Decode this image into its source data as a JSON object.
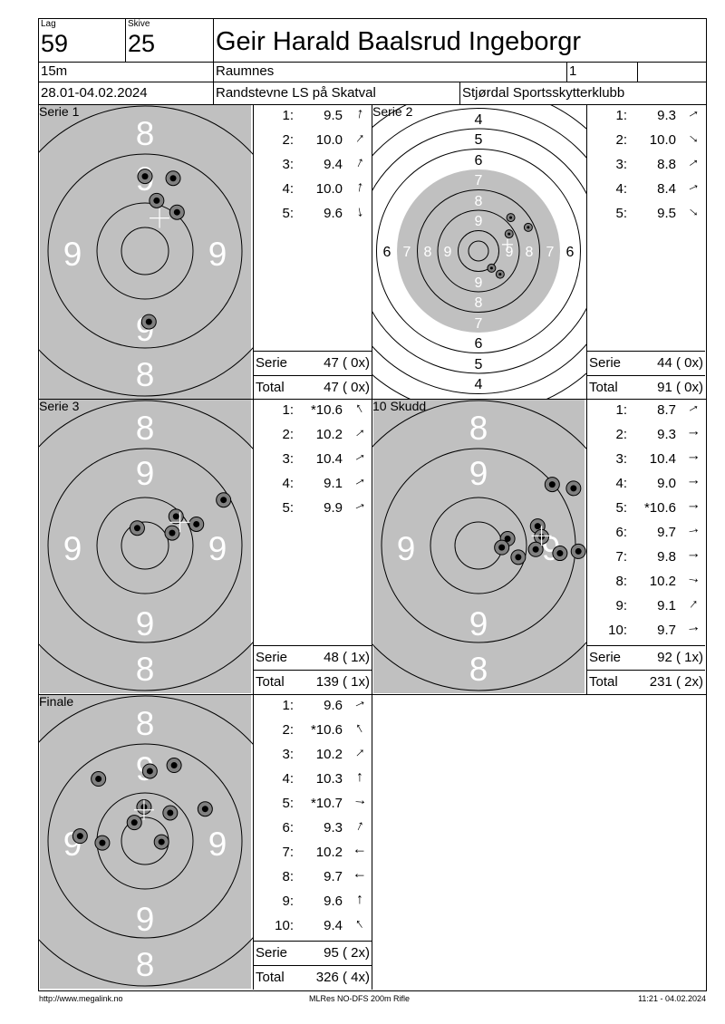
{
  "header": {
    "lag_label": "Lag",
    "lag": "59",
    "skive_label": "Skive",
    "skive": "25",
    "name": "Geir Harald Baalsrud Ingeborgr",
    "distance": "15m",
    "club_home": "Raumnes",
    "class": "1",
    "extra": "",
    "dates": "28.01-04.02.2024",
    "event": "Randstevne LS på Skatval",
    "host": "Stjørdal Sportsskytterklubb"
  },
  "labels": {
    "serie": "Serie",
    "total": "Total"
  },
  "ring_labels": {
    "big": [
      "8",
      "9"
    ],
    "small": [
      "4",
      "5",
      "6",
      "7",
      "8",
      "9"
    ]
  },
  "colors": {
    "target_gray": "#c0c0c0",
    "shot_gray": "#808080"
  },
  "panels": [
    {
      "title": "Serie 1",
      "style": "zoomed",
      "shots": [
        {
          "n": "1:",
          "v": "9.5",
          "dir": 10
        },
        {
          "n": "2:",
          "v": "10.0",
          "dir": 40
        },
        {
          "n": "3:",
          "v": "9.4",
          "dir": 25
        },
        {
          "n": "4:",
          "v": "10.0",
          "dir": 10
        },
        {
          "n": "5:",
          "v": "9.6",
          "dir": 170
        }
      ],
      "serie": "47 ( 0x)",
      "total": "47 ( 0x)",
      "hits": [
        [
          0,
          -77
        ],
        [
          29,
          -75
        ],
        [
          12,
          -52
        ],
        [
          33,
          -40
        ],
        [
          4,
          73
        ]
      ],
      "mean": [
        15,
        -34
      ]
    },
    {
      "title": "Serie 2",
      "style": "full",
      "shots": [
        {
          "n": "1:",
          "v": "9.3",
          "dir": 60
        },
        {
          "n": "2:",
          "v": "10.0",
          "dir": 130
        },
        {
          "n": "3:",
          "v": "8.8",
          "dir": 55
        },
        {
          "n": "4:",
          "v": "8.4",
          "dir": 65
        },
        {
          "n": "5:",
          "v": "9.5",
          "dir": 130
        }
      ],
      "serie": "44 ( 0x)",
      "total": "91 ( 0x)",
      "hits": [
        [
          79,
          -82
        ],
        [
          122,
          -58
        ],
        [
          75,
          -42
        ],
        [
          32,
          42
        ],
        [
          53,
          57
        ]
      ],
      "mean": [
        71,
        -16
      ]
    },
    {
      "title": "Serie 3",
      "style": "zoomed",
      "shots": [
        {
          "n": "1:",
          "v": "*10.6",
          "dir": -30
        },
        {
          "n": "2:",
          "v": "10.2",
          "dir": 50
        },
        {
          "n": "3:",
          "v": "10.4",
          "dir": 60
        },
        {
          "n": "4:",
          "v": "9.1",
          "dir": 60
        },
        {
          "n": "5:",
          "v": "9.9",
          "dir": 65
        }
      ],
      "serie": "48 ( 1x)",
      "total": "139 ( 1x)",
      "hits": [
        [
          81,
          -47
        ],
        [
          -8,
          -18
        ],
        [
          32,
          -30
        ],
        [
          53,
          -22
        ],
        [
          28,
          -13
        ]
      ],
      "mean": [
        36,
        -24
      ]
    },
    {
      "title": "10 Skudd",
      "style": "zoomed",
      "shots": [
        {
          "n": "1:",
          "v": "8.7",
          "dir": 60
        },
        {
          "n": "2:",
          "v": "9.3",
          "dir": 90
        },
        {
          "n": "3:",
          "v": "10.4",
          "dir": 90
        },
        {
          "n": "4:",
          "v": "9.0",
          "dir": 90
        },
        {
          "n": "5:",
          "v": "*10.6",
          "dir": 90
        },
        {
          "n": "6:",
          "v": "9.7",
          "dir": 80
        },
        {
          "n": "7:",
          "v": "9.8",
          "dir": 90
        },
        {
          "n": "8:",
          "v": "10.2",
          "dir": 100
        },
        {
          "n": "9:",
          "v": "9.1",
          "dir": 40
        },
        {
          "n": "10:",
          "v": "9.7",
          "dir": 85
        }
      ],
      "serie": "92 ( 1x)",
      "total": "231 ( 2x)",
      "hits": [
        [
          76,
          -63
        ],
        [
          98,
          -59
        ],
        [
          30,
          -7
        ],
        [
          24,
          2
        ],
        [
          41,
          12
        ],
        [
          61,
          -20
        ],
        [
          65,
          -9
        ],
        [
          59,
          4
        ],
        [
          84,
          8
        ],
        [
          103,
          6
        ]
      ],
      "mean": [
        65,
        -10
      ]
    },
    {
      "title": "Finale",
      "style": "zoomed",
      "shots": [
        {
          "n": "1:",
          "v": "9.6",
          "dir": 65
        },
        {
          "n": "2:",
          "v": "*10.6",
          "dir": -30
        },
        {
          "n": "3:",
          "v": "10.2",
          "dir": 45
        },
        {
          "n": "4:",
          "v": "10.3",
          "dir": 0
        },
        {
          "n": "5:",
          "v": "*10.7",
          "dir": 95
        },
        {
          "n": "6:",
          "v": "9.3",
          "dir": 25
        },
        {
          "n": "7:",
          "v": "10.2",
          "dir": 270
        },
        {
          "n": "8:",
          "v": "9.7",
          "dir": 270
        },
        {
          "n": "9:",
          "v": "9.6",
          "dir": 0
        },
        {
          "n": "10:",
          "v": "9.4",
          "dir": -35
        }
      ],
      "serie": "95 ( 2x)",
      "total": "326 ( 4x)",
      "hits": [
        [
          -48,
          -64
        ],
        [
          5,
          -72
        ],
        [
          30,
          -78
        ],
        [
          62,
          -33
        ],
        [
          26,
          -29
        ],
        [
          -11,
          -19
        ],
        [
          -1,
          -35
        ],
        [
          -67,
          -5
        ],
        [
          -44,
          2
        ],
        [
          17,
          1
        ]
      ],
      "mean": [
        -1,
        -32
      ]
    }
  ],
  "footer": {
    "left": "http://www.megalink.no",
    "center": "MLRes NO-DFS 200m Rifle",
    "right": "11:21 - 04.02.2024"
  }
}
